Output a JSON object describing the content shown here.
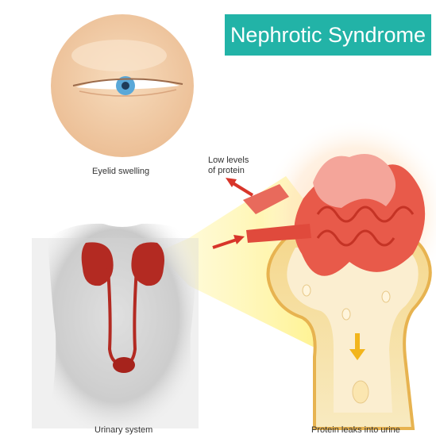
{
  "title": "Nephrotic Syndrome",
  "captions": {
    "eyelid": "Eyelid swelling",
    "low_protein_line1": "Low levels",
    "low_protein_line2": "of protein",
    "urinary": "Urinary system",
    "protein_leak": "Protein leaks into urine"
  },
  "colors": {
    "banner": "#22b3a7",
    "skin": "#f2cda7",
    "kidney": "#b32a22",
    "glomerulus": "#e85a4a",
    "beam": "#fff3a0",
    "arrow_red": "#d8352a",
    "arrow_yellow": "#f2b51c"
  }
}
